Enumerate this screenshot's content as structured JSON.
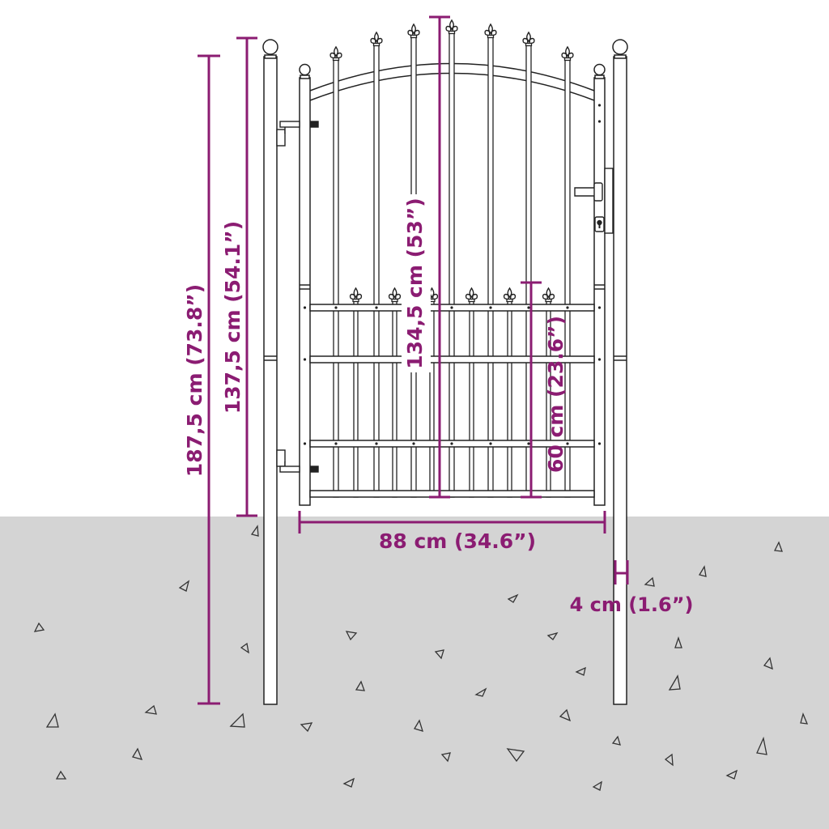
{
  "colors": {
    "dimension": "#8B1C72",
    "ground": "#D4D4D4",
    "outline": "#222222",
    "background": "#FFFFFF"
  },
  "dimensions": {
    "total_height": "187,5 cm (73.8”)",
    "post_height": "137,5 cm (54.1”)",
    "gate_height": "134,5 cm (53”)",
    "lower_section_height": "60 cm (23.6”)",
    "gate_width": "88 cm (34.6”)",
    "post_width": "4 cm (1.6”)"
  }
}
